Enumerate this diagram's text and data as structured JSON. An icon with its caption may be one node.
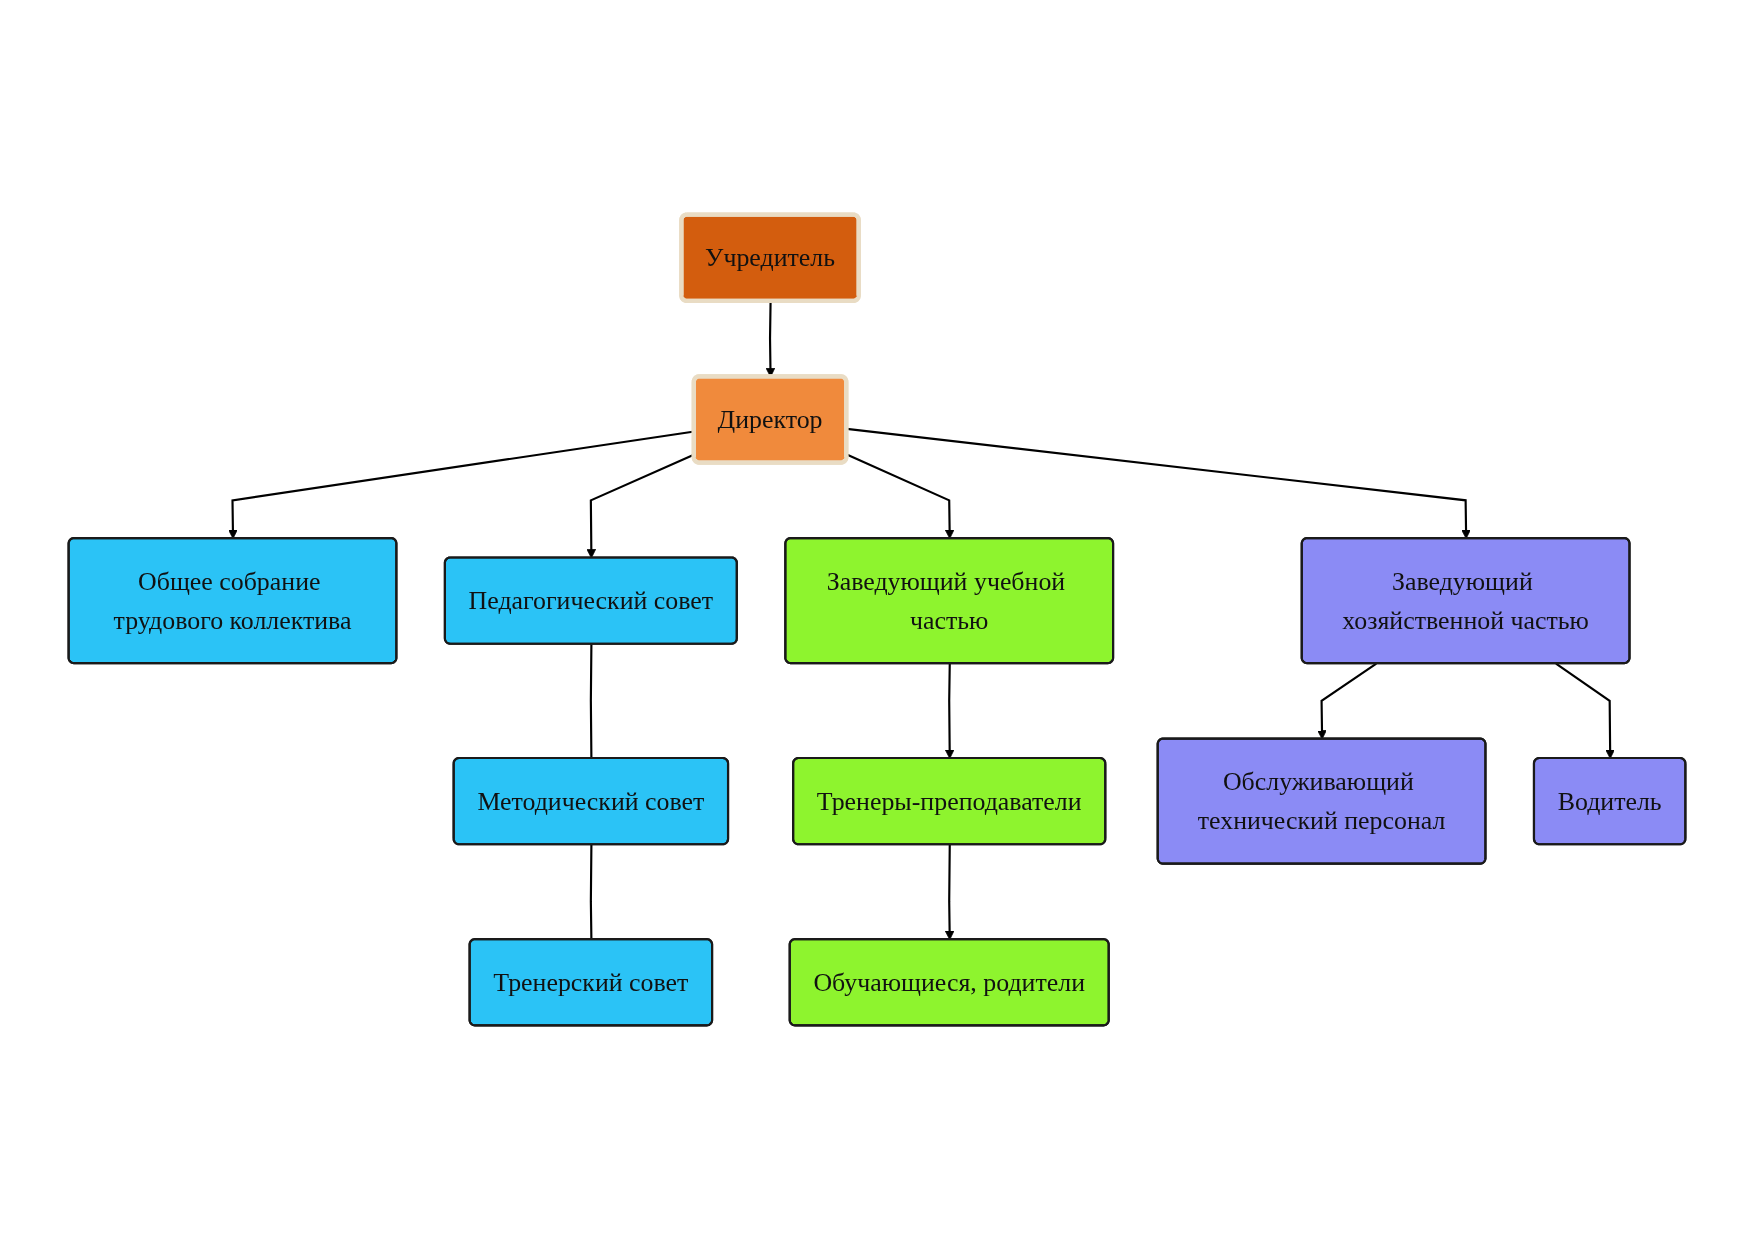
{
  "diagram": {
    "nodes": [
      {
        "text": [
          "Учредитель"
        ]
      },
      {
        "text": [
          "Директор"
        ]
      },
      {
        "text": [
          "Общее собрание трудового коллектива"
        ]
      },
      {
        "text": [
          "Педагогический совет"
        ]
      },
      {
        "text": [
          "Заведующий учебной частью"
        ]
      },
      {
        "text": [
          "Заведующий хозяйственной частью"
        ]
      },
      {
        "text": [
          "Методический совет"
        ]
      },
      {
        "text": [
          "Тренеры-преподаватели"
        ]
      },
      {
        "text": [
          "Обслуживающий технический персонал"
        ]
      },
      {
        "text": [
          "Водитель"
        ]
      },
      {
        "text": [
          "Тренерский совет"
        ]
      },
      {
        "text": [
          "Обучающиеся, родители"
        ]
      }
    ],
    "edges": [
      {
        "from": 0,
        "to": 1,
        "arrow": "to"
      },
      {
        "from": 1,
        "to": 2,
        "arrow": "to"
      },
      {
        "from": 1,
        "to": 3,
        "arrow": "to"
      },
      {
        "from": 1,
        "to": 4,
        "arrow": "to"
      },
      {
        "from": 1,
        "to": 5,
        "arrow": "to"
      },
      {
        "from": 3,
        "to": 6,
        "arrow": "none"
      },
      {
        "from": 6,
        "to": 10,
        "arrow": "none"
      },
      {
        "from": 4,
        "to": 7,
        "arrow": "to"
      },
      {
        "from": 7,
        "to": 11,
        "arrow": "to"
      },
      {
        "from": 5,
        "to": 8,
        "arrow": "to"
      },
      {
        "from": 5,
        "to": 9,
        "arrow": "to"
      }
    ]
  }
}
